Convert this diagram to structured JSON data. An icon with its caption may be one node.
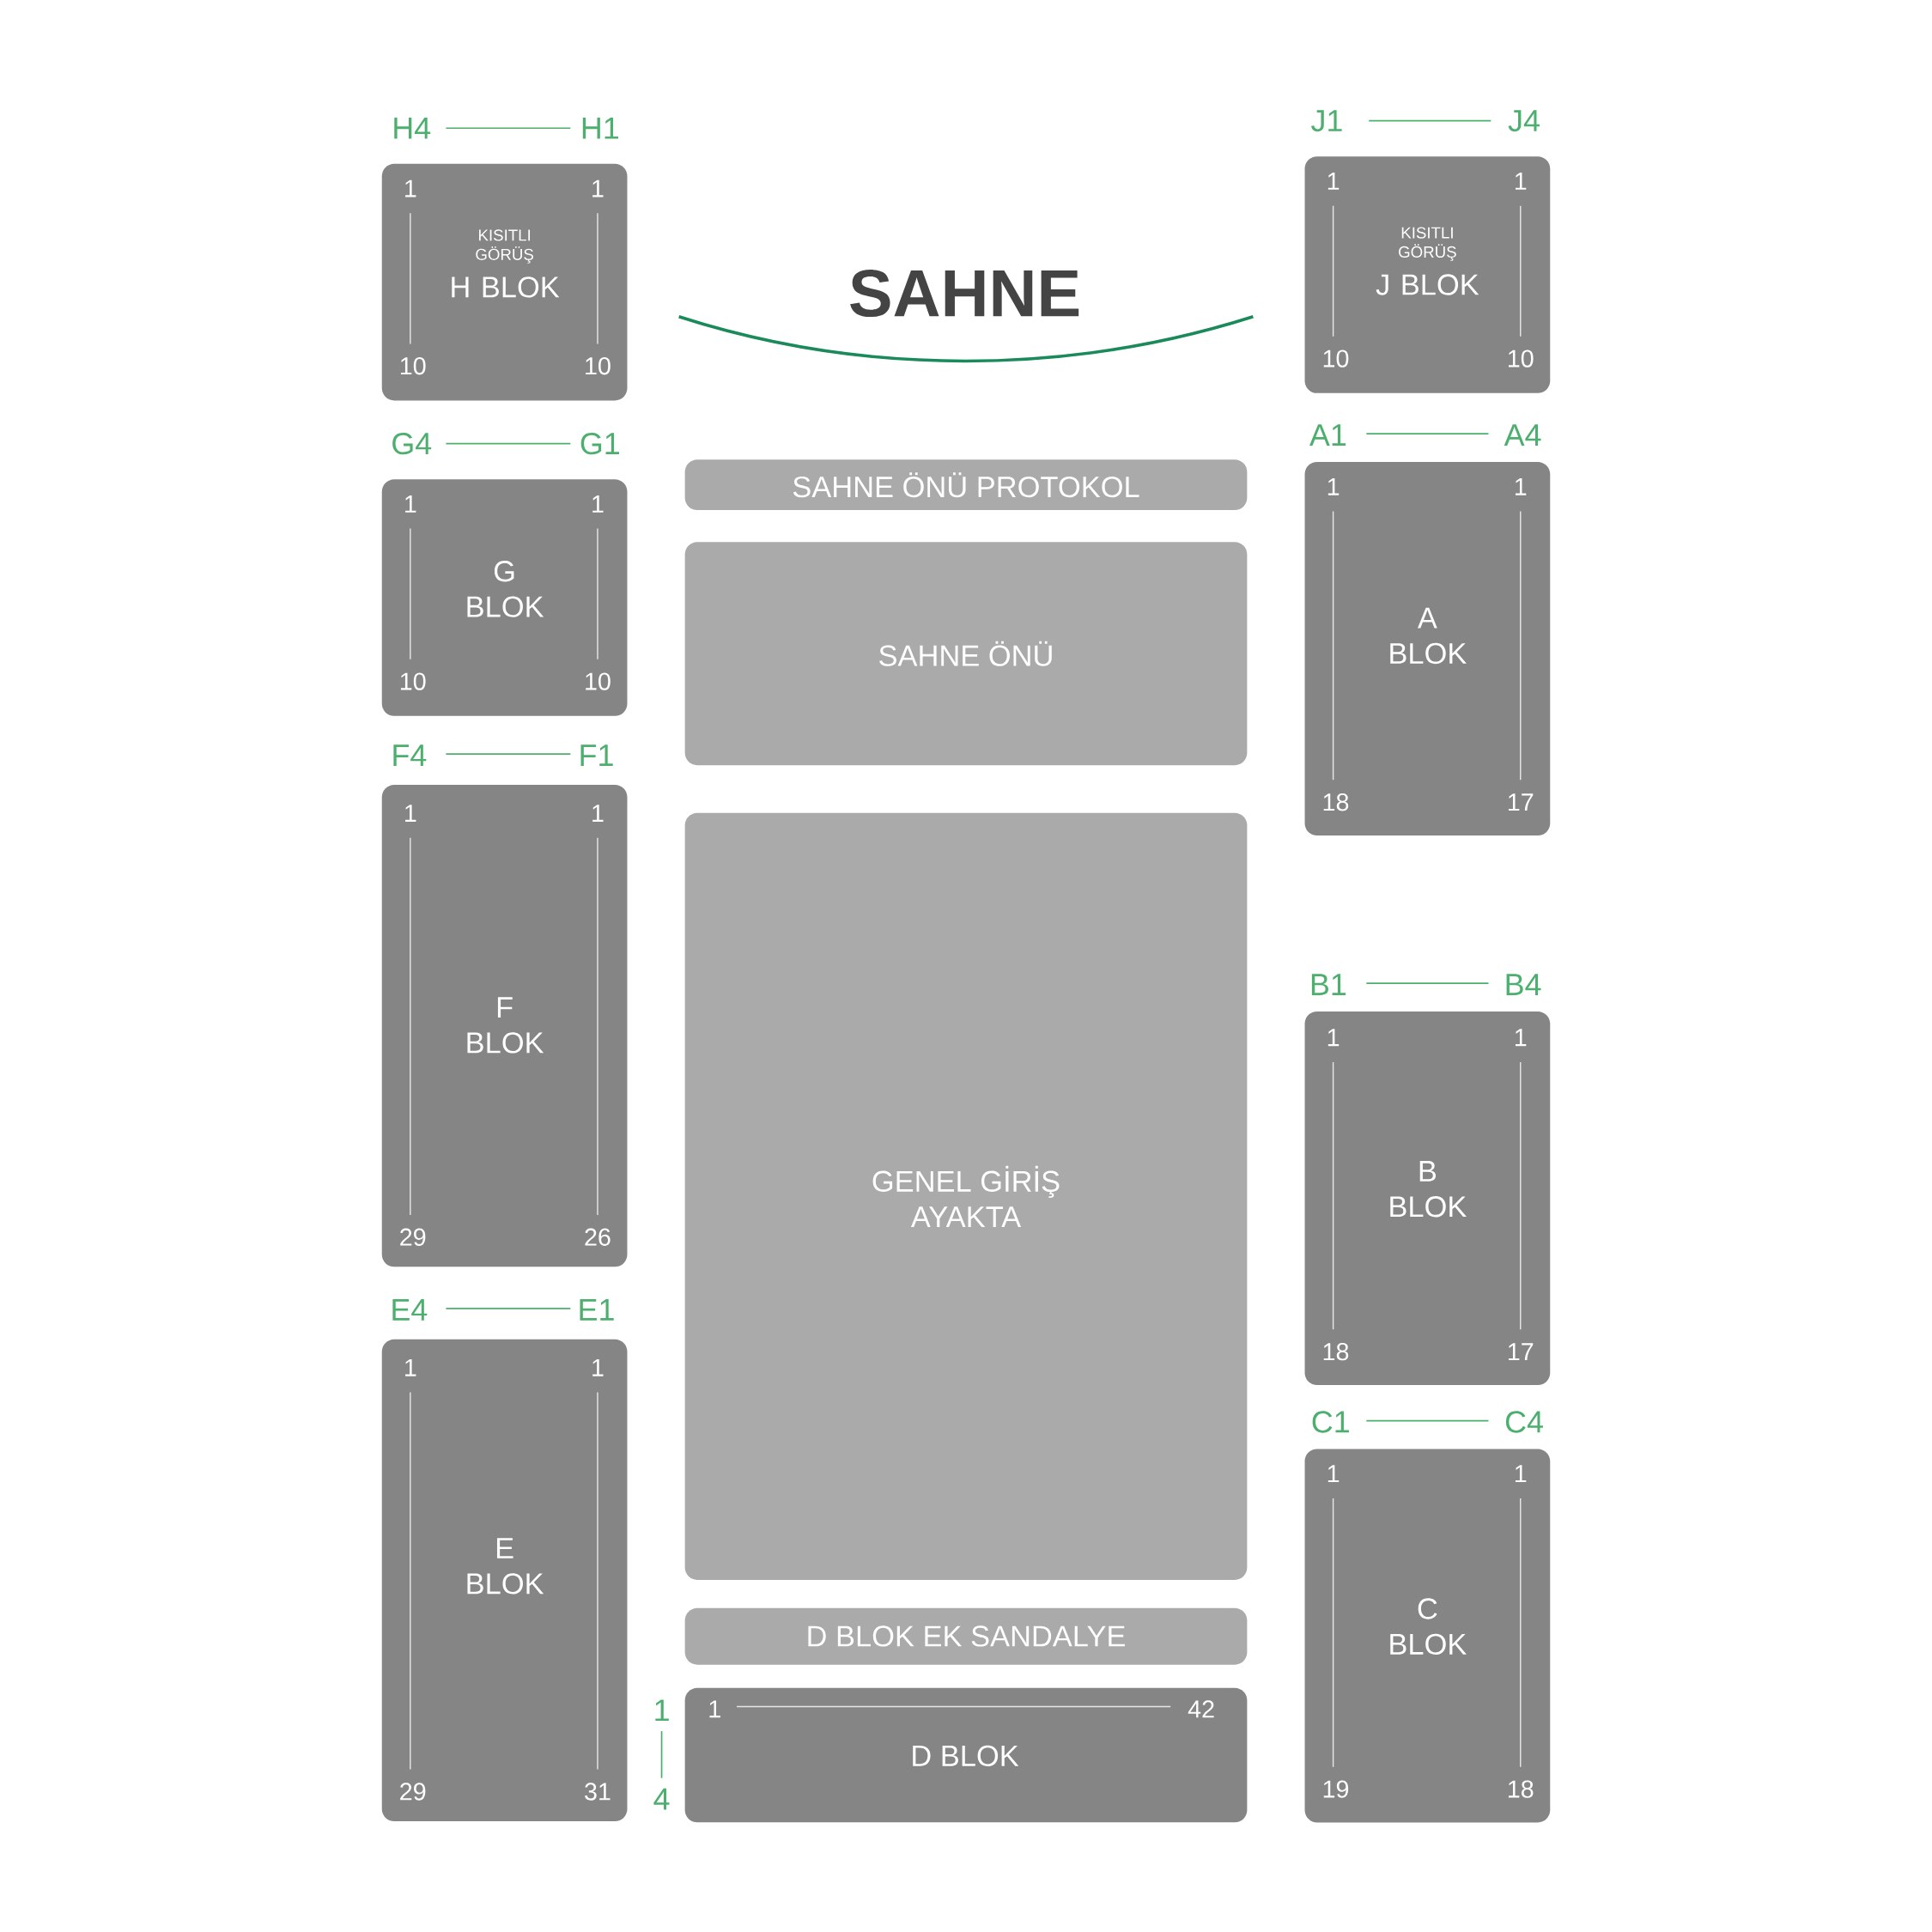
{
  "diagram": {
    "nodes": [
      {
        "text": [
          "KISITLI GÖRÜŞ",
          "H BLOK",
          "1",
          "1",
          "10",
          "10"
        ]
      },
      {
        "text": [
          "KISITLI GÖRÜŞ",
          "J BLOK",
          "1",
          "1",
          "10",
          "10"
        ]
      },
      {
        "text": [
          "G BLOK",
          "1",
          "1",
          "10",
          "10"
        ]
      },
      {
        "text": [
          "SAHNE ÖNÜ PROTOKOL"
        ]
      },
      {
        "text": [
          "A BLOK",
          "1",
          "1",
          "18",
          "17"
        ]
      },
      {
        "text": [
          "SAHNE ÖNÜ"
        ]
      },
      {
        "text": [
          "F BLOK",
          "1",
          "1",
          "29",
          "26"
        ]
      },
      {
        "text": [
          "GENEL GİRİŞ AYAKTA"
        ]
      },
      {
        "text": [
          "B BLOK",
          "1",
          "1",
          "18",
          "17"
        ]
      },
      {
        "text": [
          "E BLOK",
          "1",
          "1",
          "29",
          "31"
        ]
      },
      {
        "text": [
          "C BLOK",
          "1",
          "1",
          "19",
          "18"
        ]
      },
      {
        "text": [
          "D BLOK EK SANDALYE"
        ]
      },
      {
        "text": [
          "D BLOK",
          "1",
          "42"
        ]
      }
    ],
    "labels": [
      "H4",
      "H1",
      "J1",
      "J4",
      "SAHNE",
      "G4",
      "G1",
      "A1",
      "A4",
      "F4",
      "F1",
      "B1",
      "B4",
      "E4",
      "E1",
      "C1",
      "C4",
      "1",
      "4"
    ]
  }
}
